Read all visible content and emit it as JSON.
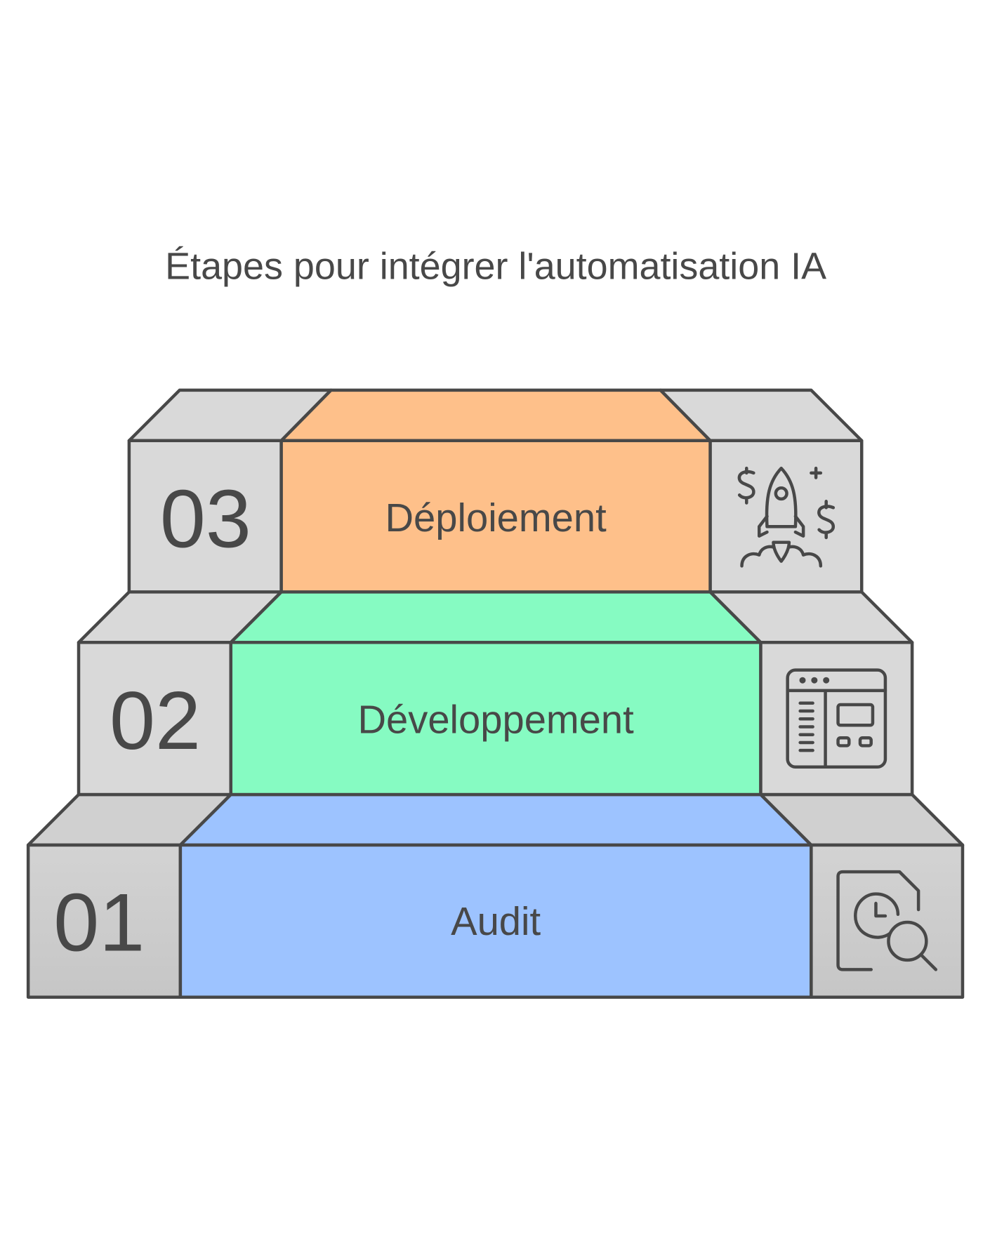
{
  "title": "Étapes pour intégrer l'automatisation IA",
  "steps": [
    {
      "number": "01",
      "label": "Audit",
      "color": "#9dc3ff",
      "icon": "document-clock-search-icon"
    },
    {
      "number": "02",
      "label": "Développement",
      "color": "#86fbc2",
      "icon": "web-layout-icon"
    },
    {
      "number": "03",
      "label": "Déploiement",
      "color": "#fec08a",
      "icon": "rocket-dollar-icon"
    }
  ],
  "colors": {
    "side": "#d9d9d9",
    "side_bottom": "#c8c8c8",
    "stroke": "#484848"
  }
}
